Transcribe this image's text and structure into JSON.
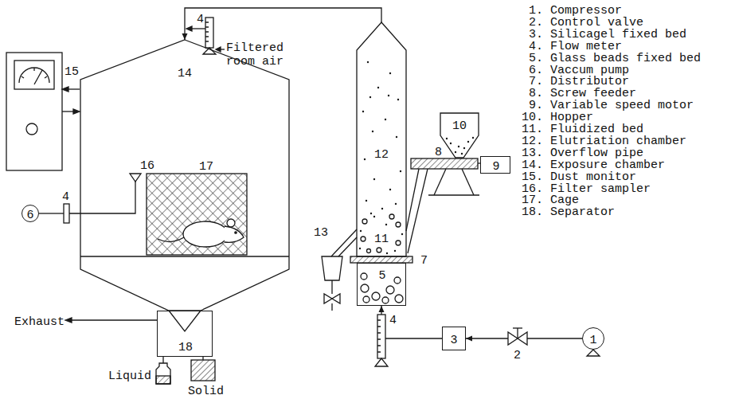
{
  "diagram": {
    "nodes": [
      {
        "text": [
          "14"
        ]
      },
      {
        "text": [
          "12"
        ]
      },
      {
        "text": [
          "10"
        ]
      },
      {
        "text": [
          "9"
        ]
      },
      {
        "text": [
          "5"
        ]
      },
      {
        "text": [
          "3"
        ]
      },
      {
        "text": [
          "1"
        ]
      },
      {
        "text": [
          "6"
        ]
      },
      {
        "text": [
          "18"
        ]
      }
    ],
    "edges": [
      {
        "from": 6,
        "to": 5,
        "arrow": "to"
      },
      {
        "from": 5,
        "to": 4,
        "arrow": "to"
      },
      {
        "from": 1,
        "to": 0,
        "arrow": "to"
      }
    ],
    "labels": [
      "4",
      "Filtered room air",
      "15",
      "16",
      "17",
      "4",
      "13",
      "8",
      "11",
      "7",
      "4",
      "2",
      "Exhaust",
      "Liquid",
      "Solid",
      "1. Compressor",
      "2. Control valve",
      "3. Silicagel fixed bed",
      "4. Flow meter",
      "5. Glass beads fixed bed",
      "6. Vaccum pump",
      "7. Distributor",
      "8. Screw feeder",
      "9. Variable speed motor",
      "10. Hopper",
      "11. Fluidized bed",
      "12. Elutriation chamber",
      "13. Overflow pipe",
      "14. Exposure chamber",
      "15. Dust monitor",
      "16. Filter sampler",
      "17. Cage",
      "18. Separator"
    ]
  }
}
